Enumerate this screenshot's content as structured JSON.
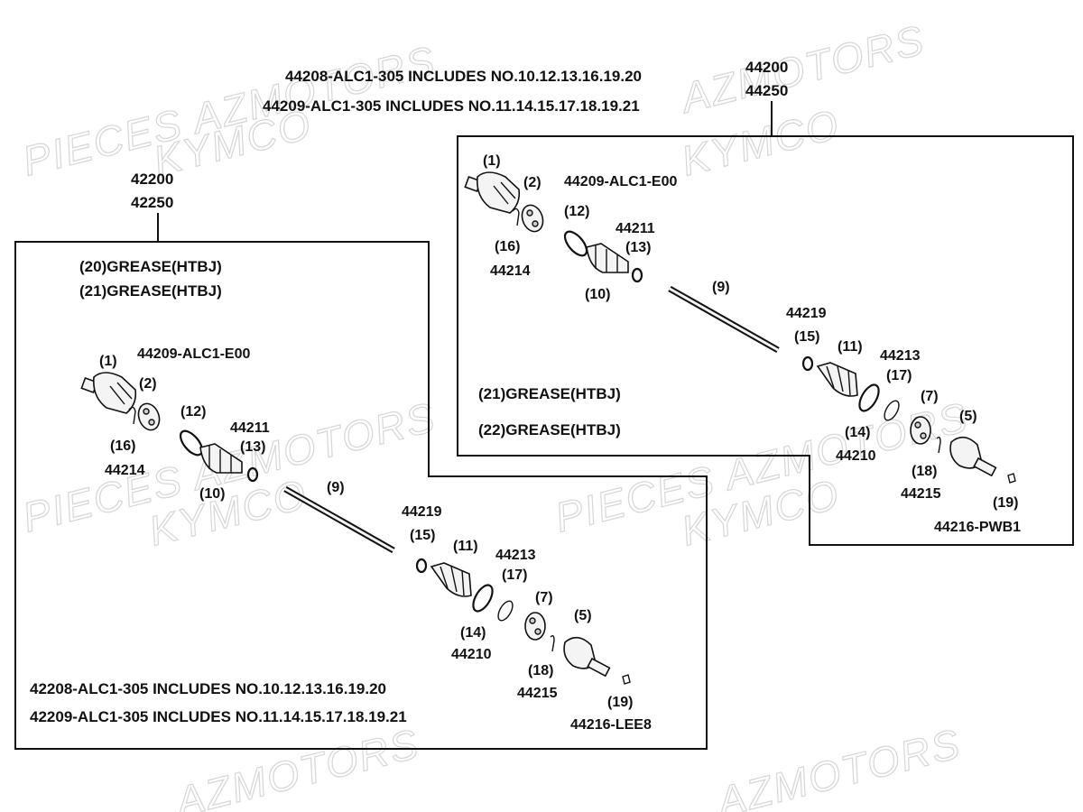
{
  "watermarks": {
    "pieces_azmotors": "PIECES AZMOTORS",
    "kymco": "KYMCO",
    "azmotors_fragment": "AZMOTORS",
    "pieces_fragment": "PIECES"
  },
  "header": {
    "line1": "44208-ALC1-305 INCLUDES NO.10.12.13.16.19.20",
    "line2": "44209-ALC1-305 INCLUDES NO.11.14.15.17.18.19.21",
    "code_a": "44200",
    "code_b": "44250"
  },
  "left_assembly": {
    "code_a": "42200",
    "code_b": "42250",
    "grease_1": "(20)GREASE(HTBJ)",
    "grease_2": "(21)GREASE(HTBJ)",
    "footer_1": "42208-ALC1-305 INCLUDES NO.10.12.13.16.19.20",
    "footer_2": "42209-ALC1-305 INCLUDES NO.11.14.15.17.18.19.21",
    "labels": {
      "p1": "(1)",
      "p2": "(2)",
      "kit_e00": "44209-ALC1-E00",
      "p12": "(12)",
      "p16": "(16)",
      "p44214": "44214",
      "p44211": "44211",
      "p13": "(13)",
      "p10": "(10)",
      "p9": "(9)",
      "p44219": "44219",
      "p15": "(15)",
      "p11": "(11)",
      "p44213": "44213",
      "p17": "(17)",
      "p7": "(7)",
      "p5": "(5)",
      "p14": "(14)",
      "p44210": "44210",
      "p18": "(18)",
      "p44215": "44215",
      "p19": "(19)",
      "p44216": "44216-LEE8"
    }
  },
  "right_assembly": {
    "grease_1": "(21)GREASE(HTBJ)",
    "grease_2": "(22)GREASE(HTBJ)",
    "labels": {
      "p1": "(1)",
      "p2": "(2)",
      "kit_e00": "44209-ALC1-E00",
      "p12": "(12)",
      "p16": "(16)",
      "p44214": "44214",
      "p44211": "44211",
      "p13": "(13)",
      "p10": "(10)",
      "p9": "(9)",
      "p44219": "44219",
      "p15": "(15)",
      "p11": "(11)",
      "p44213": "44213",
      "p17": "(17)",
      "p7": "(7)",
      "p5": "(5)",
      "p14": "(14)",
      "p44210": "44210",
      "p18": "(18)",
      "p44215": "44215",
      "p19": "(19)",
      "p44216": "44216-PWB1"
    }
  }
}
